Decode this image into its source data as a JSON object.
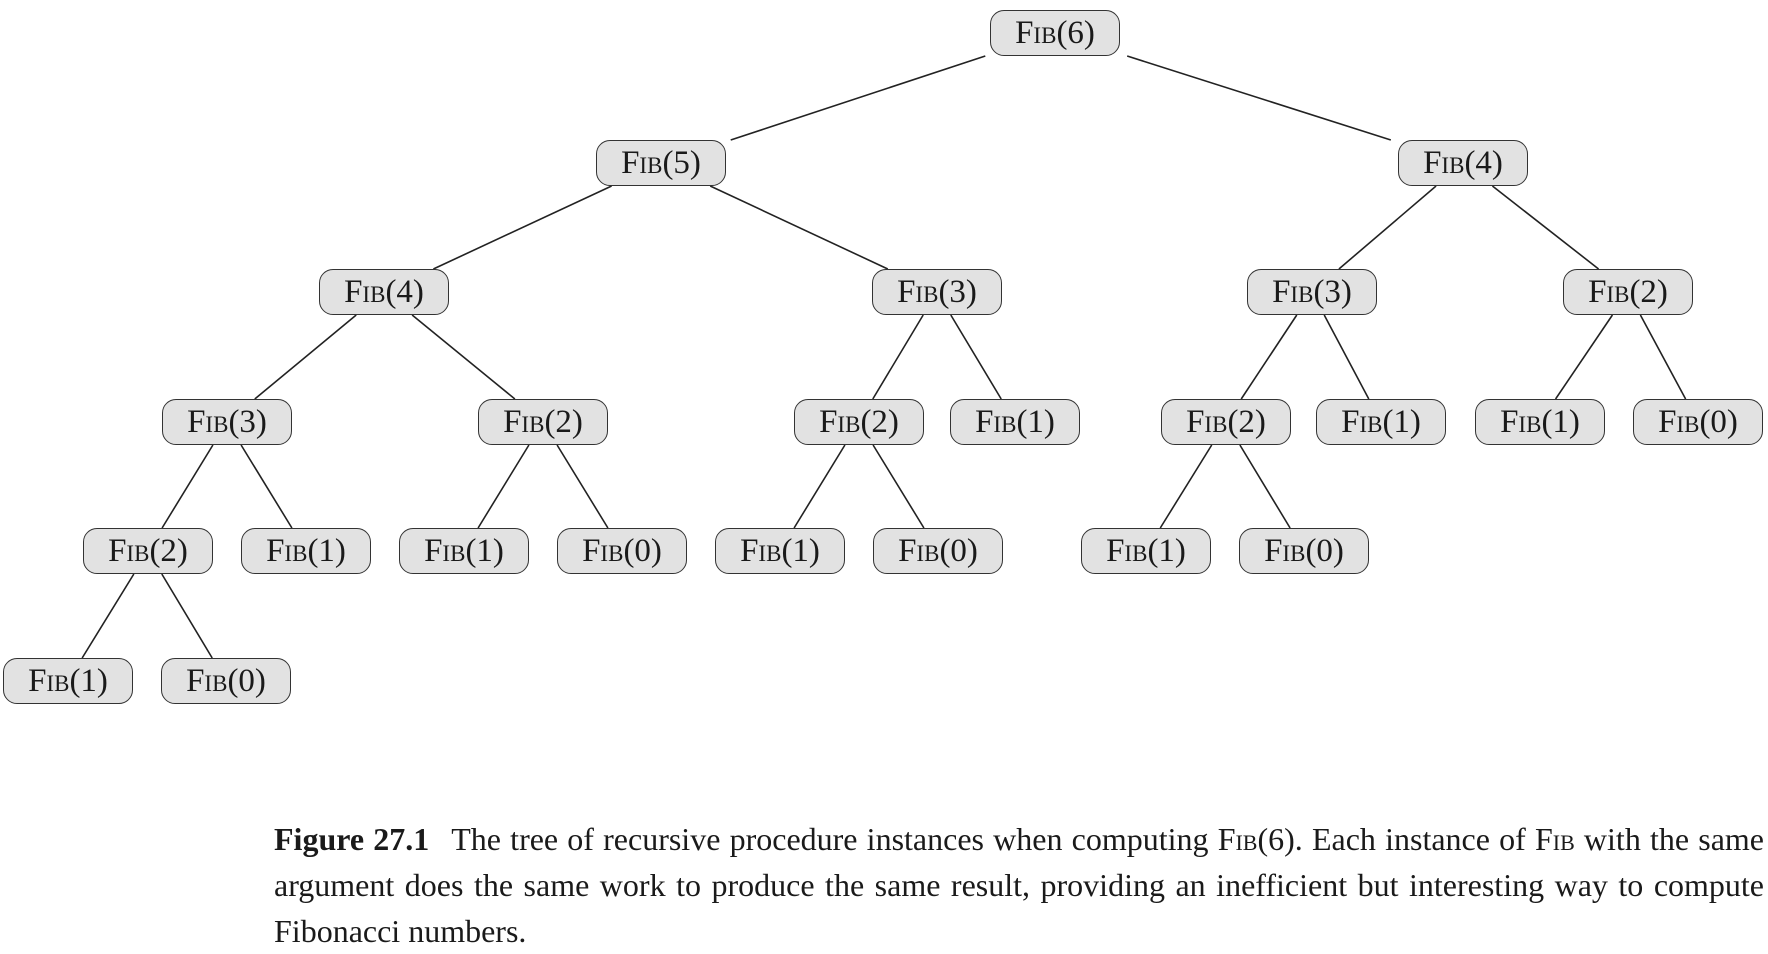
{
  "nodes": [
    {
      "id": "n0",
      "fn": "Fib",
      "arg": "(6)"
    },
    {
      "id": "n1",
      "fn": "Fib",
      "arg": "(5)"
    },
    {
      "id": "n2",
      "fn": "Fib",
      "arg": "(4)"
    },
    {
      "id": "n3",
      "fn": "Fib",
      "arg": "(4)"
    },
    {
      "id": "n4",
      "fn": "Fib",
      "arg": "(3)"
    },
    {
      "id": "n5",
      "fn": "Fib",
      "arg": "(3)"
    },
    {
      "id": "n6",
      "fn": "Fib",
      "arg": "(2)"
    },
    {
      "id": "n7",
      "fn": "Fib",
      "arg": "(3)"
    },
    {
      "id": "n8",
      "fn": "Fib",
      "arg": "(2)"
    },
    {
      "id": "n9",
      "fn": "Fib",
      "arg": "(2)"
    },
    {
      "id": "n10",
      "fn": "Fib",
      "arg": "(1)"
    },
    {
      "id": "n11",
      "fn": "Fib",
      "arg": "(2)"
    },
    {
      "id": "n12",
      "fn": "Fib",
      "arg": "(1)"
    },
    {
      "id": "n13",
      "fn": "Fib",
      "arg": "(1)"
    },
    {
      "id": "n14",
      "fn": "Fib",
      "arg": "(0)"
    },
    {
      "id": "n15",
      "fn": "Fib",
      "arg": "(2)"
    },
    {
      "id": "n16",
      "fn": "Fib",
      "arg": "(1)"
    },
    {
      "id": "n17",
      "fn": "Fib",
      "arg": "(1)"
    },
    {
      "id": "n18",
      "fn": "Fib",
      "arg": "(0)"
    },
    {
      "id": "n19",
      "fn": "Fib",
      "arg": "(1)"
    },
    {
      "id": "n20",
      "fn": "Fib",
      "arg": "(0)"
    },
    {
      "id": "n21",
      "fn": "Fib",
      "arg": "(1)"
    },
    {
      "id": "n22",
      "fn": "Fib",
      "arg": "(0)"
    },
    {
      "id": "n23",
      "fn": "Fib",
      "arg": "(1)"
    },
    {
      "id": "n24",
      "fn": "Fib",
      "arg": "(0)"
    }
  ],
  "edges": [
    [
      "n0",
      "n1"
    ],
    [
      "n0",
      "n2"
    ],
    [
      "n1",
      "n3"
    ],
    [
      "n1",
      "n4"
    ],
    [
      "n2",
      "n5"
    ],
    [
      "n2",
      "n6"
    ],
    [
      "n3",
      "n7"
    ],
    [
      "n3",
      "n8"
    ],
    [
      "n4",
      "n9"
    ],
    [
      "n4",
      "n10"
    ],
    [
      "n5",
      "n11"
    ],
    [
      "n5",
      "n12"
    ],
    [
      "n6",
      "n13"
    ],
    [
      "n6",
      "n14"
    ],
    [
      "n7",
      "n15"
    ],
    [
      "n7",
      "n16"
    ],
    [
      "n8",
      "n17"
    ],
    [
      "n8",
      "n18"
    ],
    [
      "n9",
      "n19"
    ],
    [
      "n9",
      "n20"
    ],
    [
      "n11",
      "n21"
    ],
    [
      "n11",
      "n22"
    ],
    [
      "n15",
      "n23"
    ],
    [
      "n15",
      "n24"
    ]
  ],
  "caption": {
    "figure_label": "Figure 27.1",
    "text_1": "The tree of recursive procedure instances when computing ",
    "fn_1": "Fib",
    "text_2": "(6). Each instance of ",
    "fn_2": "Fib",
    "text_3": " with the same argument does the same work to produce the same result, providing an inefficient but interesting way to compute Fibonacci numbers."
  }
}
